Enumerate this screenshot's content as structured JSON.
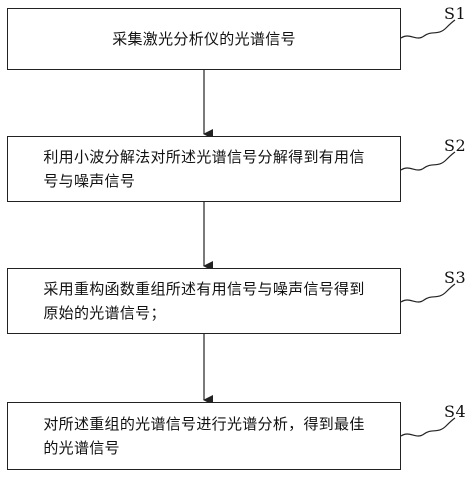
{
  "steps": [
    {
      "label": "S1",
      "text": "采集激光分析仪的光谱信号"
    },
    {
      "label": "S2",
      "text": "利用小波分解法对所述光谱信号分解得到有用信\n号与噪声信号"
    },
    {
      "label": "S3",
      "text": "采用重构函数重组所述有用信号与噪声信号得到\n原始的光谱信号；"
    },
    {
      "label": "S4",
      "text": "对所述重组的光谱信号进行光谱分析，得到最佳\n的光谱信号"
    }
  ]
}
